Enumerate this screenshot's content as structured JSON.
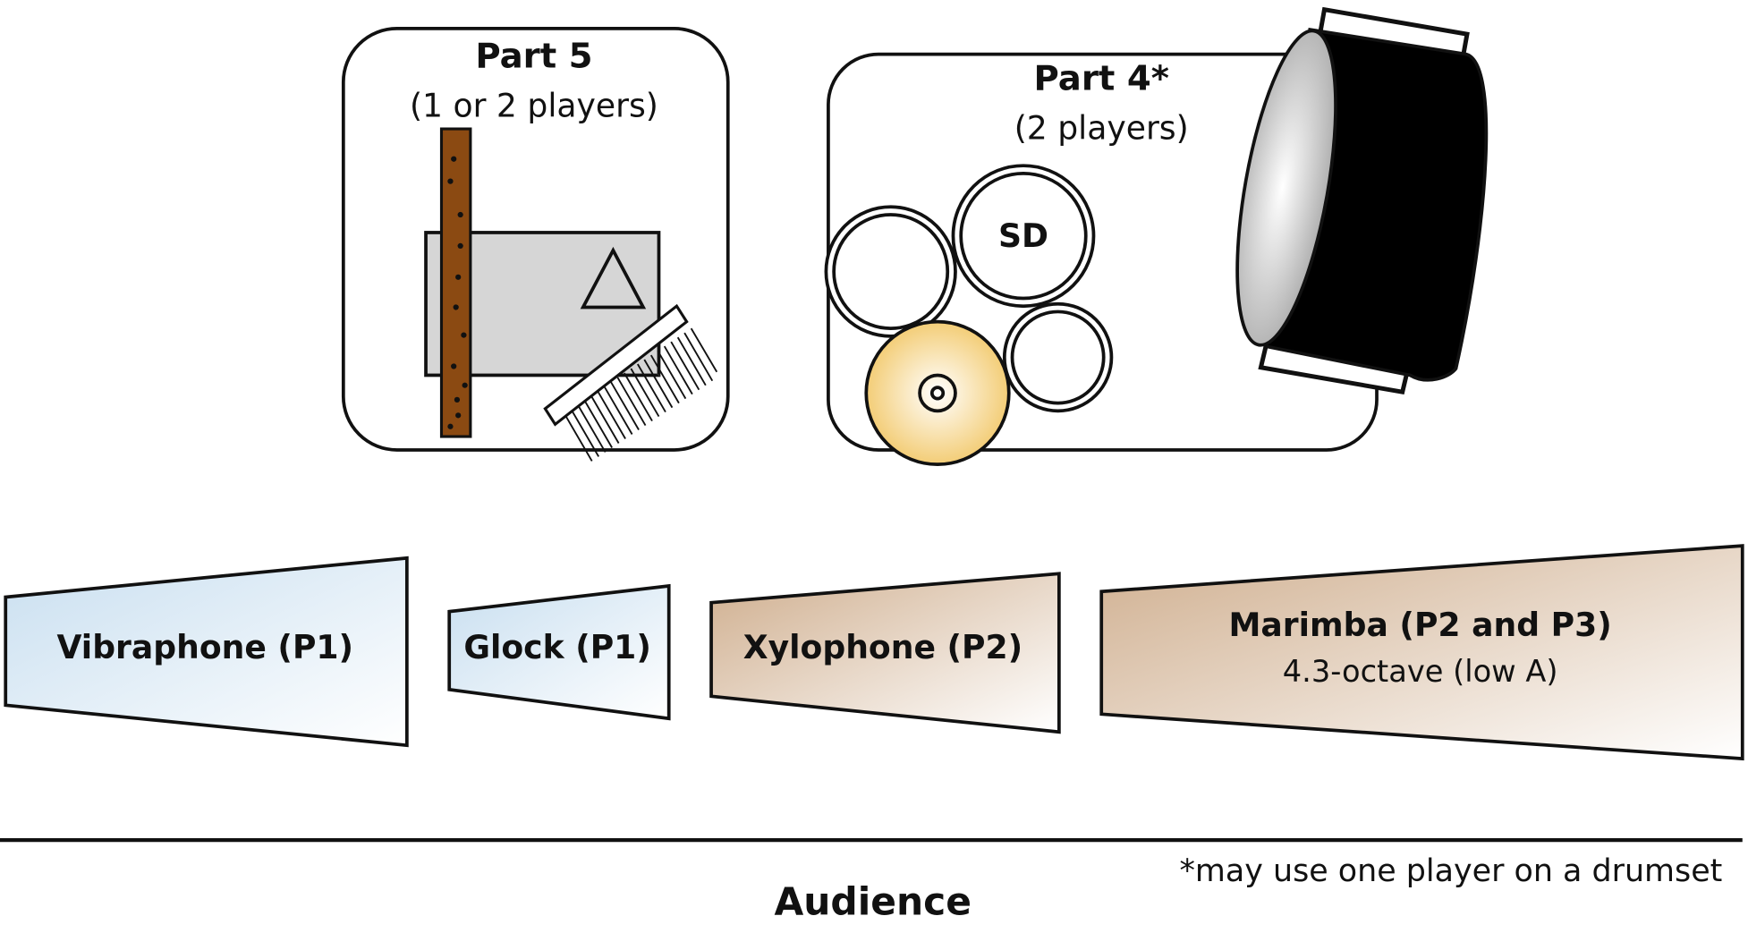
{
  "part5": {
    "title": "Part 5",
    "subtitle": "(1 or 2 players)",
    "instruments": [
      "rainstick-icon",
      "gong-plate-icon",
      "triangle-icon",
      "brush-icon"
    ]
  },
  "part4": {
    "title": "Part 4*",
    "subtitle": "(2 players)",
    "snare_label": "SD",
    "instruments": [
      "tom-drum-icon",
      "snare-drum-icon",
      "tom-drum-icon",
      "cymbal-icon",
      "bass-drum-icon"
    ]
  },
  "keyboards": [
    {
      "label": "Vibraphone (P1)",
      "sublabel": "",
      "color": "#c9dff0"
    },
    {
      "label": "Glock (P1)",
      "sublabel": "",
      "color": "#c9dff0"
    },
    {
      "label": "Xylophone (P2)",
      "sublabel": "",
      "color": "#cfae8e"
    },
    {
      "label": "Marimba (P2 and P3)",
      "sublabel": "4.3-octave (low A)",
      "color": "#cfae8e"
    }
  ],
  "footer": {
    "audience_label": "Audience",
    "footnote": "*may use one player on a drumset"
  },
  "colors": {
    "cymbal": "#f2c869",
    "rainstick": "#8b4a12",
    "plate": "#d6d6d6"
  }
}
